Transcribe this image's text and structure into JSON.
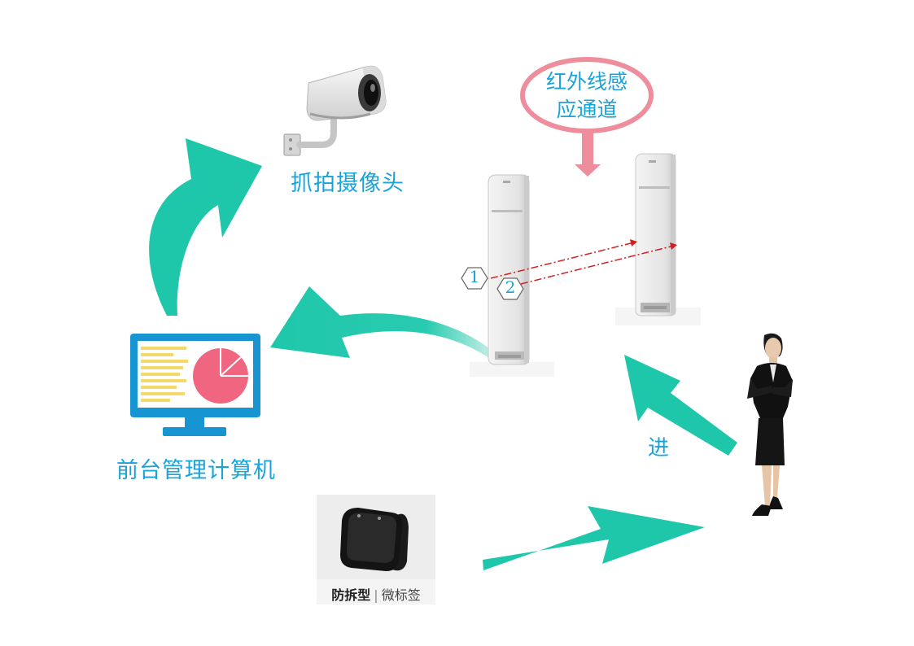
{
  "labels": {
    "camera": "抓拍摄像头",
    "computer": "前台管理计算机",
    "channel_line1": "红外线感",
    "channel_line2": "应通道",
    "enter": "进"
  },
  "markers": [
    "1",
    "2"
  ],
  "tag": {
    "type": "防拆型",
    "separator": "|",
    "name": "微标签"
  },
  "colors": {
    "arrow": "#1fc7aa",
    "label": "#1aa3d8",
    "bubble_border": "#ee8d9b",
    "beam": "#d11f1f",
    "monitor": "#1795d3",
    "pie": "#f06680",
    "bars": "#f5d86a"
  }
}
